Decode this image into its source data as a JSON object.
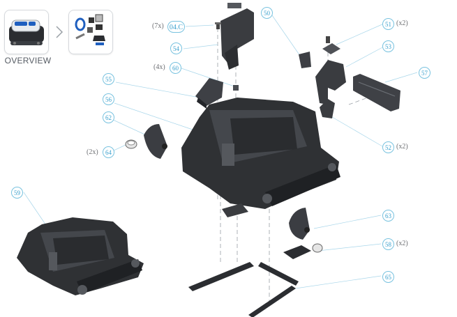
{
  "breadcrumb": {
    "overview_label": "OVERVIEW"
  },
  "callouts": [
    {
      "id": "c-04c",
      "label": "04.C",
      "qty": "(7x)"
    },
    {
      "id": "c-50",
      "label": "50",
      "qty": ""
    },
    {
      "id": "c-51",
      "label": "51",
      "qty": "(x2)"
    },
    {
      "id": "c-52",
      "label": "52",
      "qty": "(x2)"
    },
    {
      "id": "c-53",
      "label": "53",
      "qty": ""
    },
    {
      "id": "c-54",
      "label": "54",
      "qty": ""
    },
    {
      "id": "c-55",
      "label": "55",
      "qty": ""
    },
    {
      "id": "c-56",
      "label": "56",
      "qty": ""
    },
    {
      "id": "c-57",
      "label": "57",
      "qty": ""
    },
    {
      "id": "c-58",
      "label": "58",
      "qty": "(x2)"
    },
    {
      "id": "c-59",
      "label": "59",
      "qty": ""
    },
    {
      "id": "c-60",
      "label": "60",
      "qty": "(4x)"
    },
    {
      "id": "c-62",
      "label": "62",
      "qty": ""
    },
    {
      "id": "c-63",
      "label": "63",
      "qty": ""
    },
    {
      "id": "c-64",
      "label": "64",
      "qty": "(2x)"
    },
    {
      "id": "c-65",
      "label": "65",
      "qty": ""
    }
  ],
  "colors": {
    "callout_stroke": "#78c2df",
    "callout_text": "#3aa0cd",
    "part_dark": "#2e3033",
    "part_mid": "#4a4d52",
    "part_light": "#6b6f75"
  }
}
